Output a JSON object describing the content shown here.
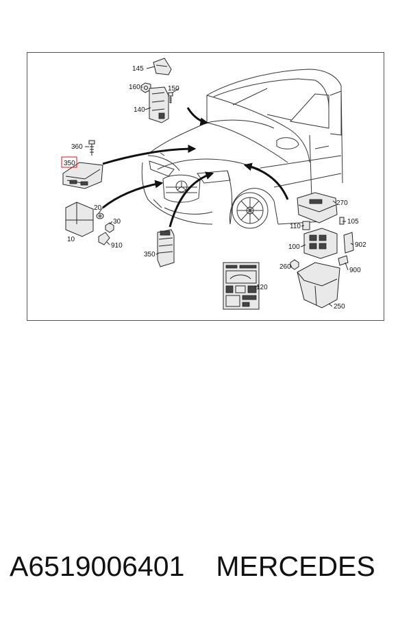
{
  "callouts": {
    "c145": "145",
    "c160": "160",
    "c150": "150",
    "c140": "140",
    "c360": "360",
    "c350a": "350",
    "c20": "20",
    "c30": "30",
    "c10": "10",
    "c910": "910",
    "c350b": "350",
    "c120": "120",
    "c270": "270",
    "c110": "110",
    "c105": "105",
    "c100": "100",
    "c902": "902",
    "c260": "260",
    "c900": "900",
    "c250": "250"
  },
  "highlight_color": "#e0101a",
  "footer": {
    "part_number": "A6519006401",
    "brand": "MERCEDES"
  }
}
